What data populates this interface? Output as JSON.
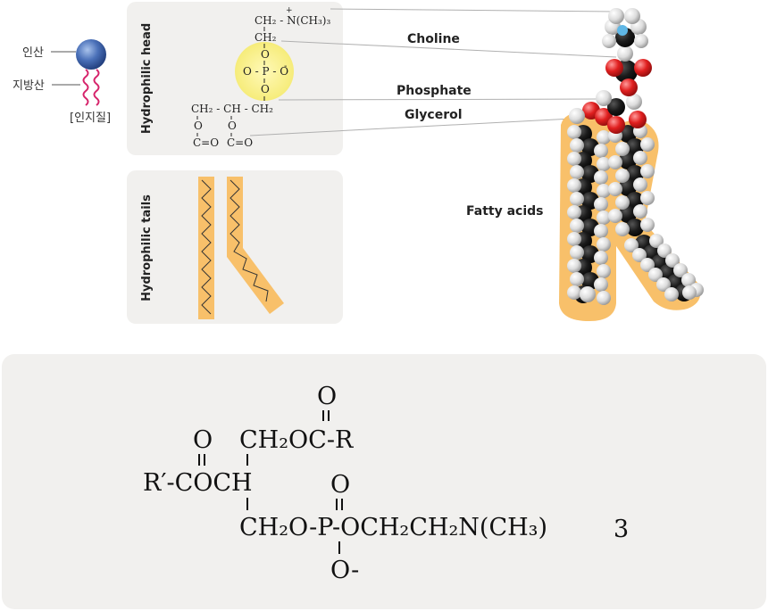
{
  "legend": {
    "head_label": "인산",
    "tail_label": "지방산",
    "caption": "[인지질]"
  },
  "head_panel": {
    "title": "Hydrophilic head",
    "formula": {
      "l1": "CH₂ - N(CH₃)₃",
      "l1_charge": "+",
      "l2": "CH₂",
      "l3": "O",
      "l4": "O - P - O",
      "l4_charge": "-",
      "l5": "O",
      "l6": "CH₂ - CH - CH₂",
      "l7a": "O",
      "l7b": "O",
      "l8a": "C=O",
      "l8b": "C=O"
    }
  },
  "tail_panel": {
    "title": "Hydrophilic tails"
  },
  "labels": {
    "choline": "Choline",
    "phosphate": "Phosphate",
    "glycerol": "Glycerol",
    "fatty_acids": "Fatty acids"
  },
  "structural_formula": {
    "o_top": "O",
    "row1_o": "O",
    "row1_chain": "CH₂OC-R",
    "row2_chain": "R′-COCH",
    "row2_o": "O",
    "row3_chain": "CH₂O-P-OCH₂CH₂N(CH₃)",
    "row3_sub": "3",
    "row4": "O-"
  },
  "colors": {
    "panel_bg": "#f1f0ee",
    "tail_orange": "#f8c06a",
    "highlight_yellow": "#fbf28a",
    "sphere_blue": "#3d63a8",
    "squiggle_red": "#d6246b",
    "oxygen_red": "#d81e1e",
    "nitrogen_blue": "#5fb7e6",
    "carbon_black": "#151515",
    "hydrogen_grey": "#d8d8d8"
  }
}
